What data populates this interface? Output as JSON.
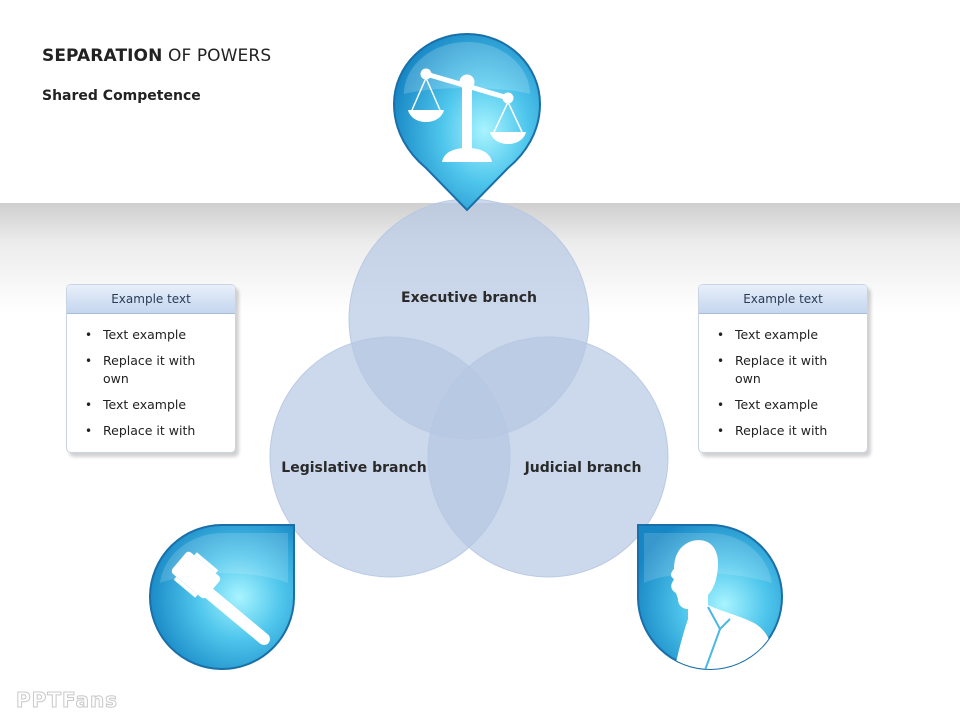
{
  "title": {
    "strong": "SEPARATION",
    "rest": " OF POWERS"
  },
  "subtitle": "Shared Competence",
  "branches": {
    "executive": "Executive branch",
    "legislative": "Legislative branch",
    "judicial": "Judicial branch"
  },
  "cards": {
    "left": {
      "header": "Example text",
      "items": [
        "Text example",
        "Replace it with own",
        "Text example",
        "Replace it with"
      ]
    },
    "right": {
      "header": "Example text",
      "items": [
        "Text example",
        "Replace it with own",
        "Text example",
        "Replace it with"
      ]
    }
  },
  "icons": {
    "top": "scales-of-justice-icon",
    "left": "gavel-icon",
    "right": "person-silhouette-icon"
  },
  "colors": {
    "circle_fill": "#b6c8e2",
    "badge_light": "#8eeaff",
    "badge_dark": "#1e8bc8",
    "card_header": "#c5d6ee"
  },
  "watermark": "PPTFans"
}
